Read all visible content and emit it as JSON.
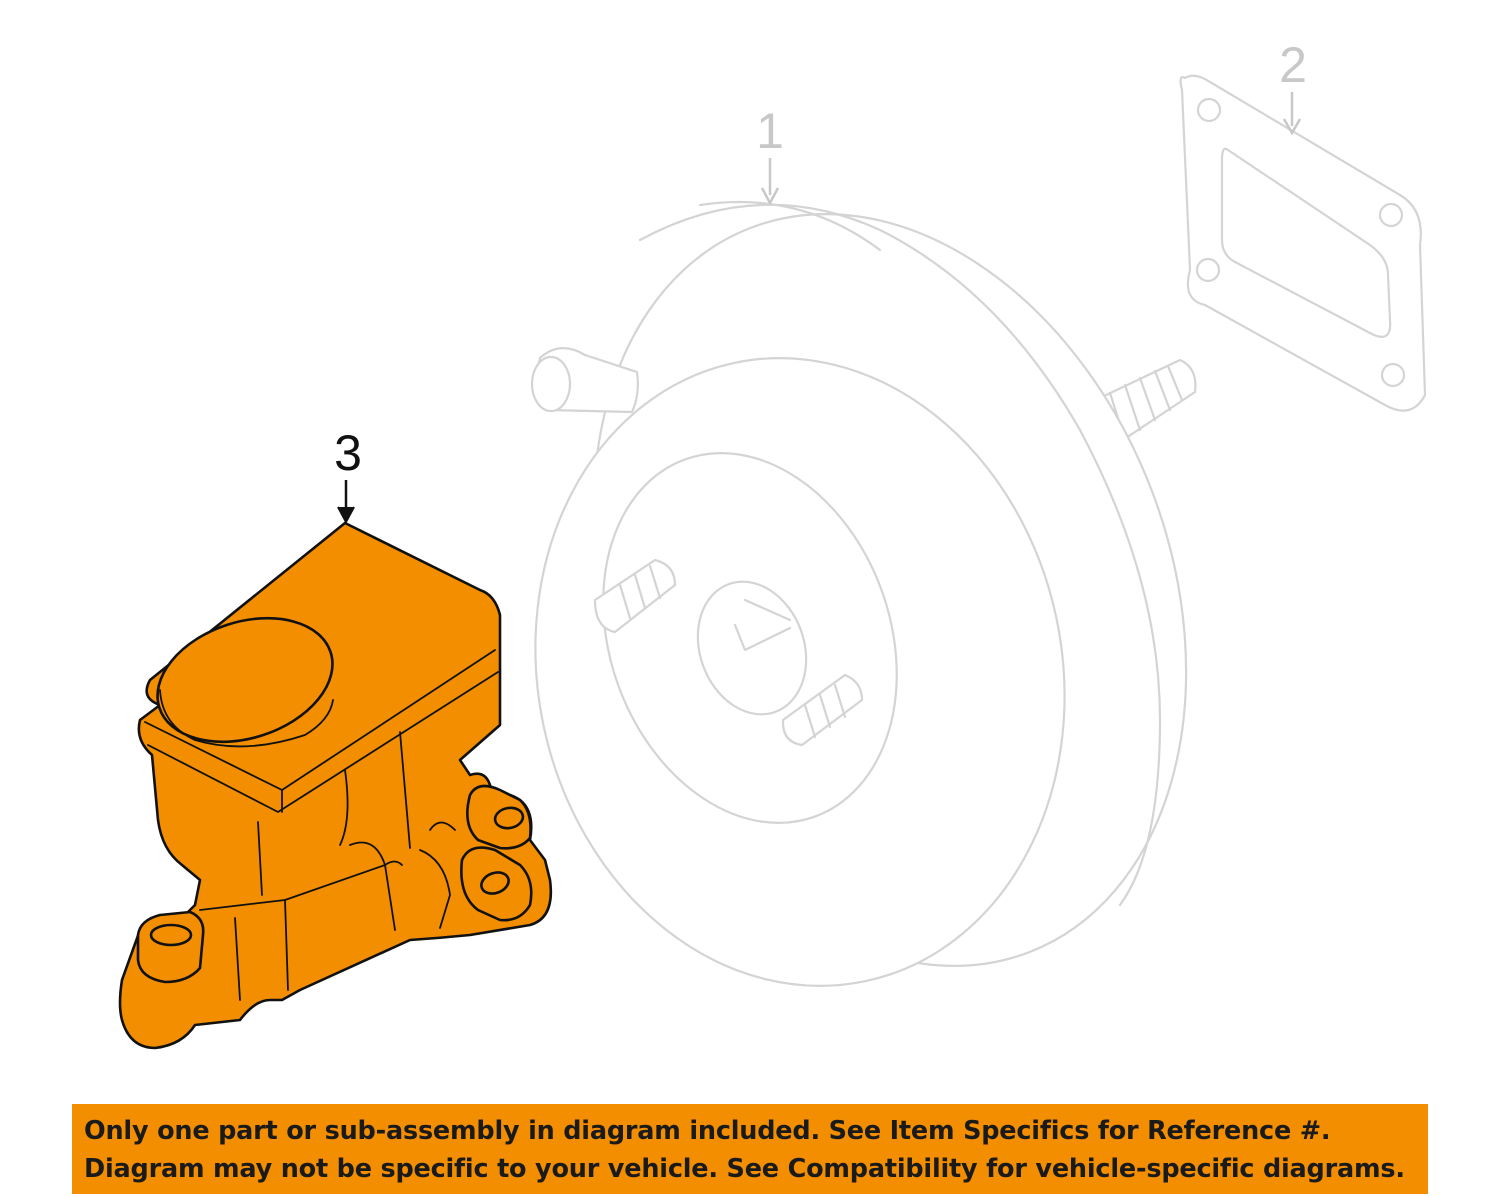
{
  "callouts": [
    {
      "number": "1",
      "part": "brake-booster",
      "highlighted": false
    },
    {
      "number": "2",
      "part": "booster-gasket",
      "highlighted": false
    },
    {
      "number": "3",
      "part": "master-cylinder",
      "highlighted": true
    }
  ],
  "notice": {
    "line1": "Only one part or sub-assembly in diagram included. See Item Specifics for Reference #.",
    "line2": "Diagram may not be specific to your vehicle. See Compatibility for vehicle-specific diagrams."
  },
  "colors": {
    "highlight": "#f28e00",
    "ghost_outline": "#d4d4d4",
    "outline": "#111111",
    "notice_bg": "#f28e00",
    "background": "#ffffff"
  }
}
